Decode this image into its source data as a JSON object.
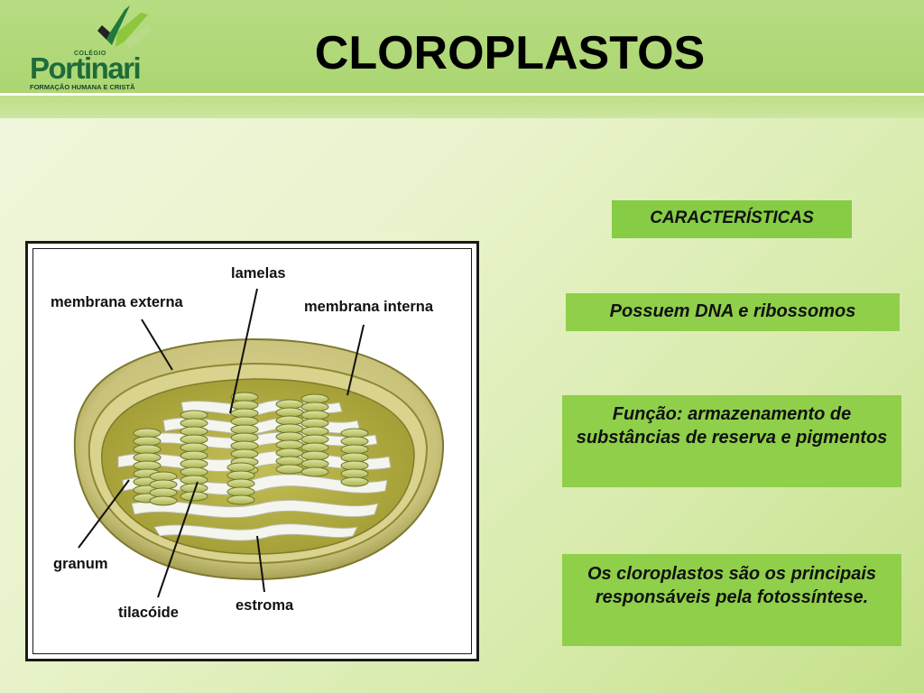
{
  "header": {
    "title": "CLOROPLASTOS",
    "logo": {
      "college": "COLÉGIO",
      "name": "Portinari",
      "tagline": "FORMAÇÃO HUMANA E CRISTÃ"
    }
  },
  "diagram": {
    "labels": {
      "lamelas": "lamelas",
      "membrana_externa": "membrana externa",
      "membrana_interna": "membrana interna",
      "granum": "granum",
      "tilacoide": "tilacóide",
      "estroma": "estroma"
    },
    "colors": {
      "outer_membrane": "#c9c27a",
      "stroma": "#b3ad45",
      "granum": "#c7cf7a",
      "lamellae": "#f4f4ee"
    }
  },
  "features": {
    "heading": "CARACTERÍSTICAS",
    "items": [
      "Possuem DNA e ribossomos",
      "Função: armazenamento de substâncias de reserva e pigmentos",
      "Os cloroplastos são os principais responsáveis pela fotossíntese."
    ]
  },
  "colors": {
    "header": "#b0d877",
    "box": "#8fcf4a",
    "brand": "#1f6b3a"
  }
}
